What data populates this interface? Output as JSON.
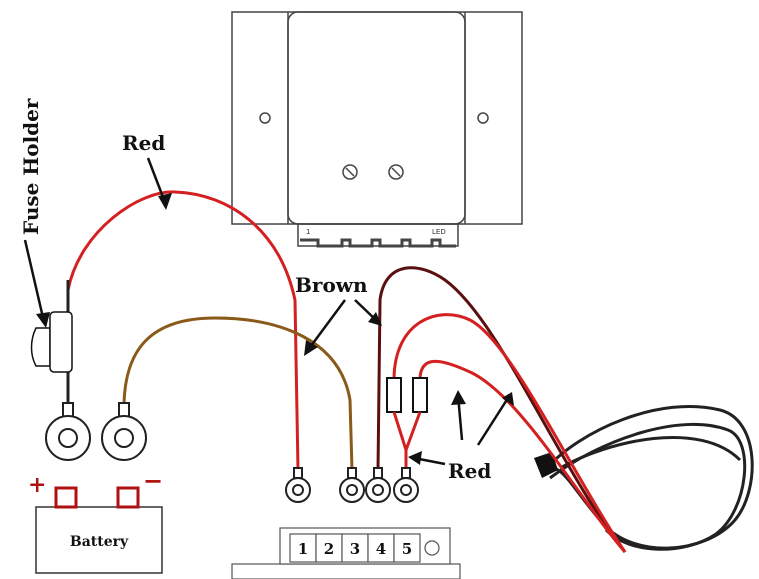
{
  "labels": {
    "fuse_holder": "Fuse Holder",
    "red_top": "Red",
    "brown": "Brown",
    "red_right": "Red",
    "battery": "Battery",
    "plus": "+",
    "minus": "−"
  },
  "device": {
    "pin_first": "1",
    "pin_led": "LED"
  },
  "terminal_block": [
    "1",
    "2",
    "3",
    "4",
    "5"
  ],
  "colors": {
    "red_wire": "#d42020",
    "brown_wire": "#8a5a1a",
    "dark_brown_wire": "#5a1010",
    "black_wire": "#222222",
    "battery_terminal": "#b01010",
    "outline": "#333333"
  }
}
